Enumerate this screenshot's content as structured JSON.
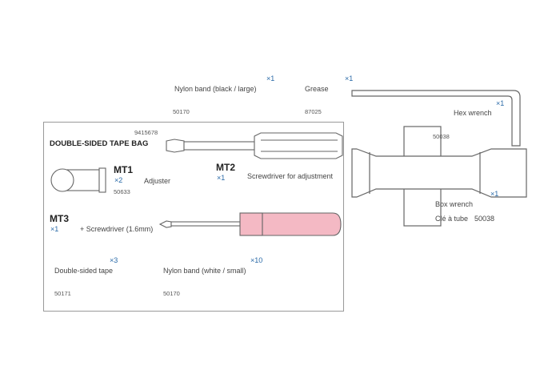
{
  "top_items": {
    "nylon_large": {
      "label": "Nylon band (black / large)",
      "qty": "×1",
      "code": "50170"
    },
    "grease": {
      "label": "Grease",
      "qty": "×1",
      "code": "87025"
    },
    "hex_wrench": {
      "label": "Hex wrench",
      "qty": "×1"
    }
  },
  "bag": {
    "title": "DOUBLE-SIDED TAPE BAG",
    "bag_code": "9415678",
    "mt1": {
      "id": "MT1",
      "qty": "×2",
      "label": "Adjuster",
      "code": "50633"
    },
    "mt2": {
      "id": "MT2",
      "qty": "×1",
      "label": "Screwdriver for adjustment"
    },
    "mt3": {
      "id": "MT3",
      "qty": "×1",
      "label": "+ Screwdriver (1.6mm)"
    },
    "tape": {
      "label": "Double-sided tape",
      "qty": "×3",
      "code": "50171"
    },
    "nylon_small": {
      "label": "Nylon band (white / small)",
      "qty": "×10",
      "code": "50170"
    }
  },
  "box_wrench": {
    "label": "Box wrench",
    "qty": "×1",
    "label_fr": "Clé à tube",
    "code": "50038",
    "code_top": "50038"
  },
  "colors": {
    "line": "#555555",
    "handle_pink": "#f4b9c4",
    "qty_blue": "#2a6aa8"
  }
}
